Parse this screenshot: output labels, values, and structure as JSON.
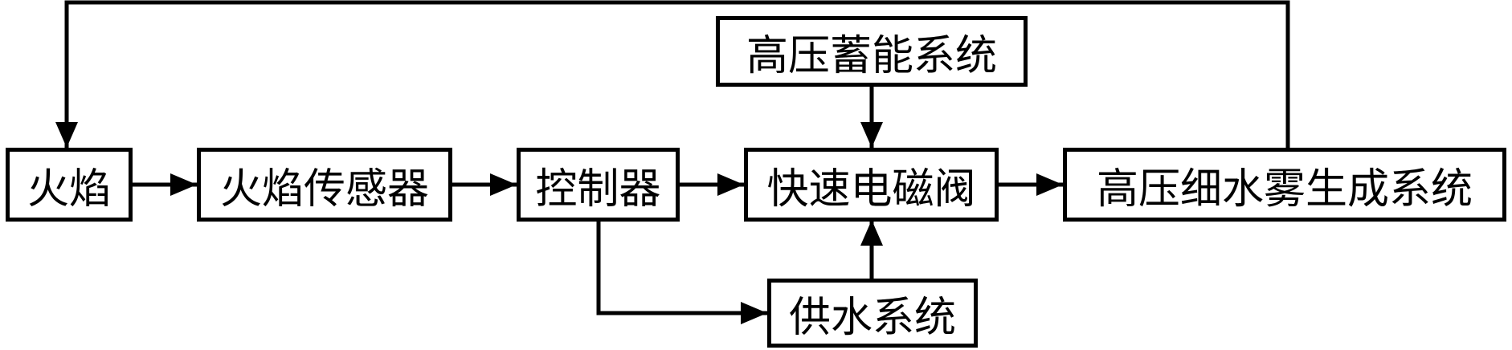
{
  "diagram": {
    "nodes": {
      "flame": "火焰",
      "flame_sensor": "火焰传感器",
      "controller": "控制器",
      "fast_solenoid_valve": "快速电磁阀",
      "hp_mist_system": "高压细水雾生成系统",
      "hp_storage_system": "高压蓄能系统",
      "water_supply_system": "供水系统"
    },
    "edges": [
      {
        "from": "flame",
        "to": "flame_sensor"
      },
      {
        "from": "flame_sensor",
        "to": "controller"
      },
      {
        "from": "controller",
        "to": "fast_solenoid_valve"
      },
      {
        "from": "controller",
        "to": "water_supply_system"
      },
      {
        "from": "hp_storage_system",
        "to": "fast_solenoid_valve"
      },
      {
        "from": "water_supply_system",
        "to": "fast_solenoid_valve"
      },
      {
        "from": "fast_solenoid_valve",
        "to": "hp_mist_system"
      },
      {
        "from": "hp_mist_system",
        "to": "flame"
      }
    ],
    "colors": {
      "line": "#000000",
      "box_border": "#000000",
      "background": "#ffffff"
    }
  }
}
